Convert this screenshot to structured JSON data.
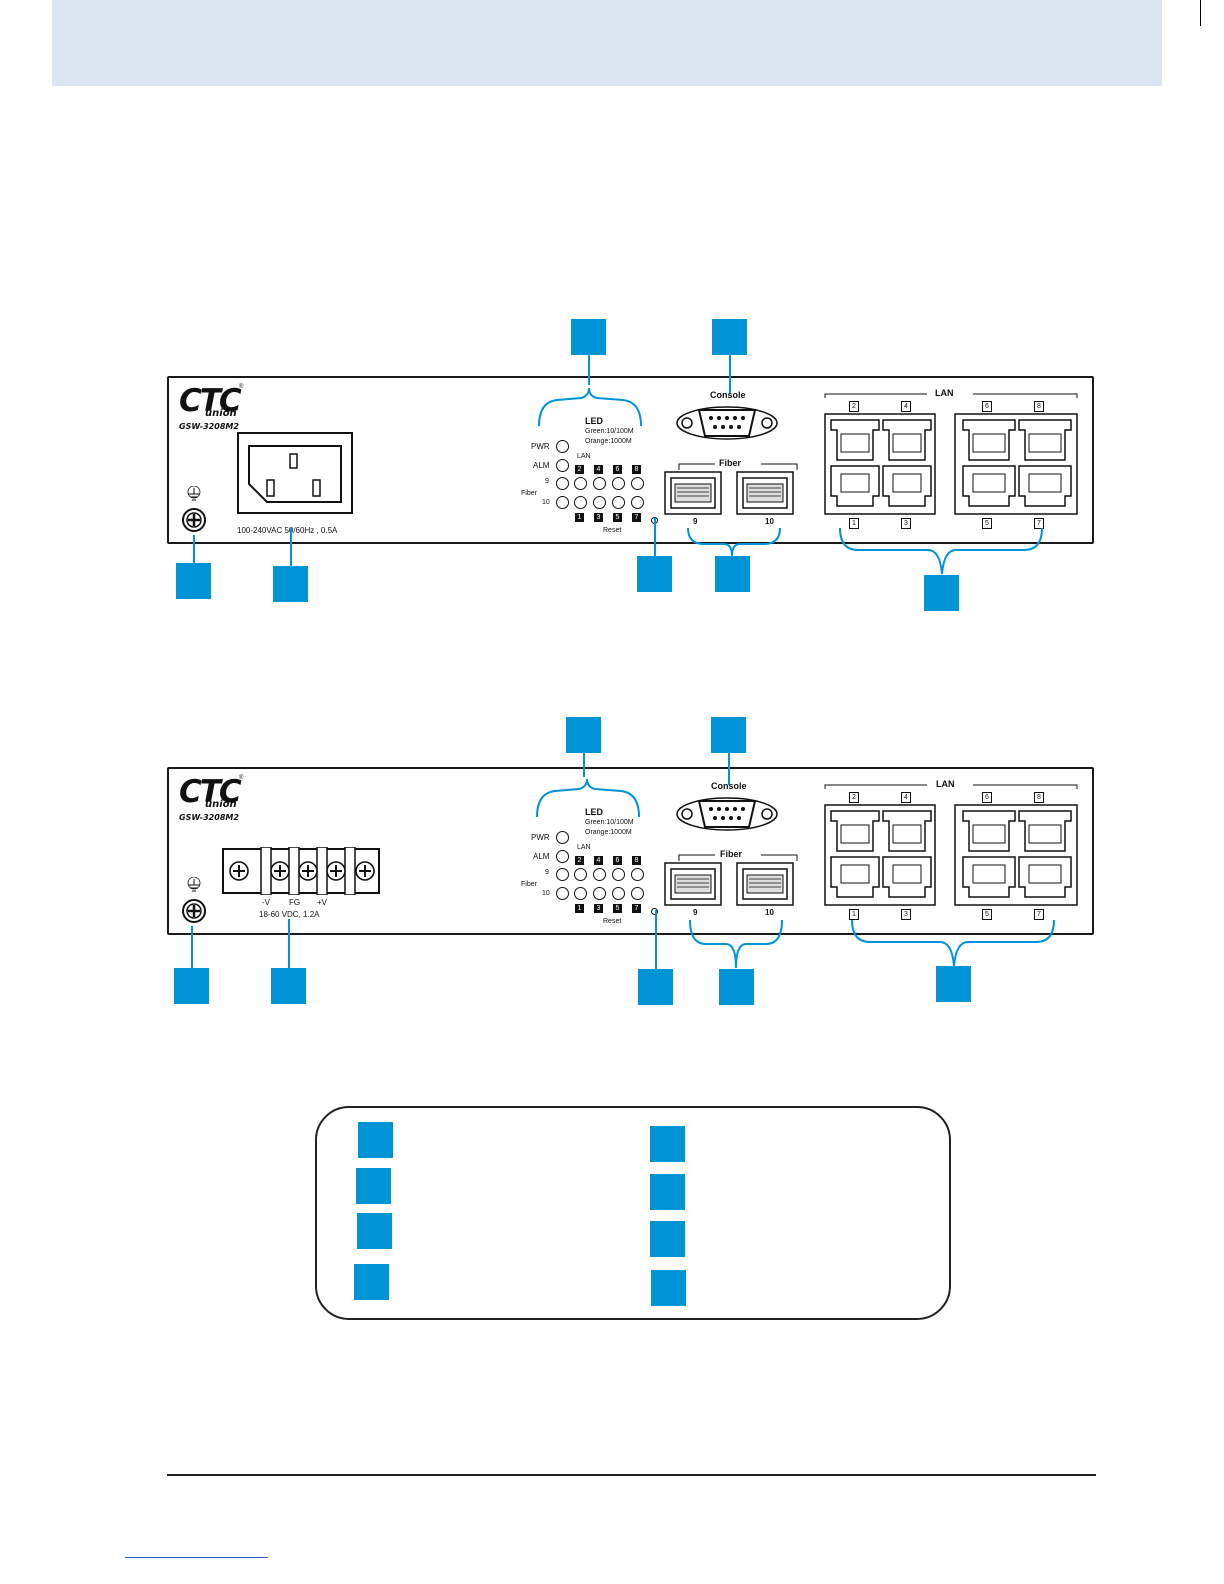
{
  "brand": {
    "logo": "CTC",
    "logo_sub": "union",
    "registered": "®",
    "model": "GSW-3208M2"
  },
  "panels": {
    "ac": {
      "power_rating": "100-240VAC 50/60Hz , 0.5A"
    },
    "dc": {
      "power_rating": "18-60 VDC, 1.2A",
      "terminal_labels": [
        "-V",
        "FG",
        "+V"
      ]
    }
  },
  "led_block": {
    "title": "LED",
    "note_green": "Green:10/100M",
    "note_orange": "Orange:1000M",
    "pwr": "PWR",
    "alm": "ALM",
    "lan": "LAN",
    "fiber": "Fiber",
    "nine": "9",
    "ten": "10",
    "top_ports": [
      "2",
      "4",
      "6",
      "8"
    ],
    "bottom_ports": [
      "1",
      "3",
      "5",
      "7"
    ]
  },
  "reset_label": "Reset",
  "console_label": "Console",
  "fiber_section": {
    "label": "Fiber",
    "ports": [
      "9",
      "10"
    ]
  },
  "lan_section": {
    "label": "LAN",
    "top_ports": [
      "2",
      "4",
      "6",
      "8"
    ],
    "bottom_ports": [
      "1",
      "3",
      "5",
      "7"
    ]
  },
  "colors": {
    "marker": "#0094d6",
    "header_band": "#dce6f2"
  }
}
